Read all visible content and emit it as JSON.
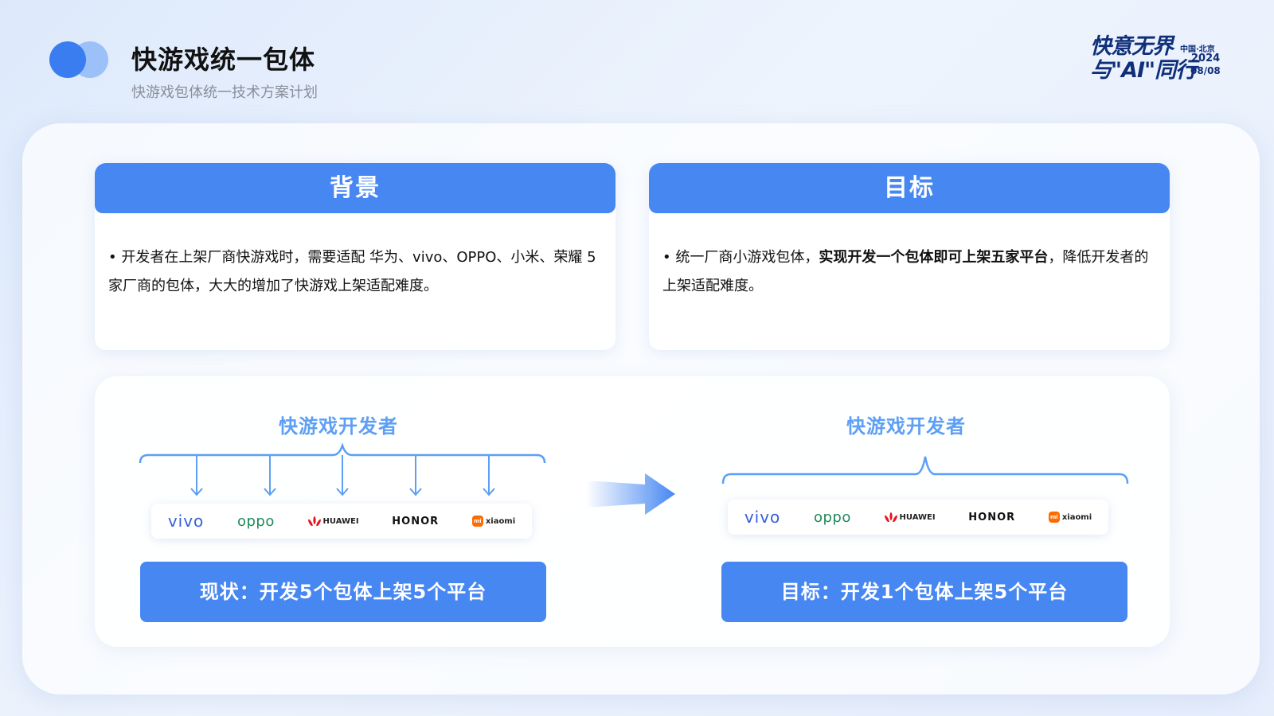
{
  "header": {
    "title": "快游戏统一包体",
    "subtitle": "快游戏包体统一技术方案计划"
  },
  "brand": {
    "line1": "快意无界",
    "line2": "与\"AI\"同行",
    "city": "中国·北京",
    "year": "2024",
    "date": "08/08"
  },
  "background_card": {
    "title": "背景",
    "text": "• 开发者在上架厂商快游戏时，需要适配 华为、vivo、OPPO、小米、荣耀 5家厂商的包体，大大的增加了快游戏上架适配难度。"
  },
  "goal_card": {
    "title": "目标",
    "text_before": "• 统一厂商小游戏包体，",
    "text_strong": "实现开发一个包体即可上架五家平台",
    "text_after": "，降低开发者的上架适配难度。"
  },
  "diagram": {
    "left_label": "快游戏开发者",
    "right_label": "快游戏开发者",
    "vendors": [
      "vivo",
      "oppo",
      "HUAWEI",
      "HONOR",
      "xiaomi"
    ],
    "vendor_badge": "mi",
    "left_result": "现状：开发5个包体上架5个平台",
    "right_result": "目标：开发1个包体上架5个平台"
  },
  "colors": {
    "primary": "#4787f2",
    "label": "#5d9ff5",
    "brand_navy": "#0f2f7a"
  }
}
